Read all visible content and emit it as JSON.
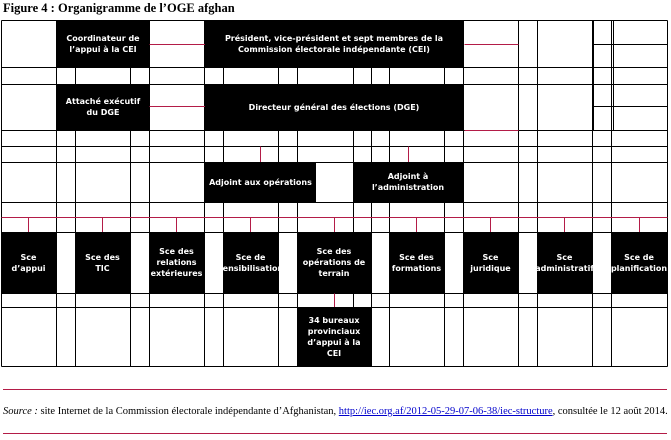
{
  "title": "Figure 4 : Organigramme de l’OGE afghan",
  "boxes": {
    "coordinateur": "Coordinateur de l’appui à la CEI",
    "president": "Président, vice-président et sept membres de la Commission électorale indépendante (CEI)",
    "attache": "Attaché exécutif du DGE",
    "directeur": "Directeur général des élections (DGE)",
    "adjoint_ops": "Adjoint aux opérations",
    "adjoint_admin": "Adjoint à l’administration",
    "s_appui": "Sce d’appui",
    "s_tic": "Sce des TIC",
    "s_relations": "Sce des relations extérieures",
    "s_sensibilisation": "Sce de sensibilisation",
    "s_operations": "Sce des opérations de terrain",
    "s_formations": "Sce des formations",
    "s_juridique": "Sce juridique",
    "s_administratif": "Sce administratif",
    "s_planification": "Sce de planification",
    "bureaux": "34 bureaux provinciaux d’appui à la CEI"
  },
  "source": {
    "lead": "Source :",
    "text": " site Internet de la Commission électorale indépendante d’Afghanistan, ",
    "link": "http://iec.org.af/2012-05-29-07-06-38/iec-structure",
    "tail": ", consultée le 12 août 2014."
  },
  "colors": {
    "box": "#000000",
    "grid": "#000000",
    "connector": "#b31c47"
  }
}
